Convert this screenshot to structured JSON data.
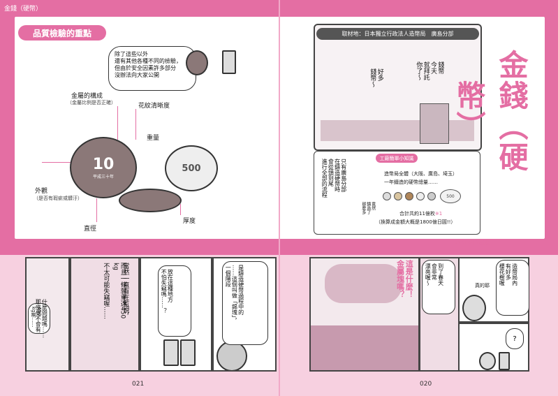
{
  "header": {
    "top_label": "金錢（硬幣）"
  },
  "left_top": {
    "pill": "品質檢驗的重點",
    "bubble": "除了這些以外\n還有其他各種不同的檢驗，\n但由於安全因素許多部分\n沒辦法向大家公開",
    "labels": {
      "metal": "金屬的構成",
      "metal_sub": "（金屬比例是否正確）",
      "pattern": "花紋清晰度",
      "weight": "重量",
      "appearance": "外觀",
      "appearance_sub": "（是否有瑕疵或髒汙）",
      "diameter": "直徑",
      "thickness": "厚度"
    },
    "coin_front": "10",
    "coin_front_sub": "平成三十年",
    "coin_back": "500"
  },
  "right_top": {
    "title": "金錢（硬幣）",
    "source": "取材地：日本獨立行政法人造幣局　廣島分部",
    "speech1": "好多\n錢幣～",
    "speech2": "錢幣\n今天\n就拜託\n你了～",
    "side_text": "只有廣島分部\n在鑄造硬幣時\n會從頭到尾\n進行全部的流程",
    "info_title": "工廠簡單小知識",
    "info_line1": "造幣局全體（大阪、廣島、埼玉）",
    "info_line2": "一年鑄造的硬幣總量……",
    "coin_label": "500",
    "info_total": "合計共約11億枚",
    "info_mark": "※1",
    "info_money": "（換算成金額大概是1800億日圓!!）",
    "info_note": "※2019年的數據",
    "speech3": "竟然\n鑄造了\n那麼多"
  },
  "bottom_left": {
    "panel1_bubble": "450\nkg啊……",
    "panel1_text": "什麼問題嗎……\n那感覺不會有",
    "panel2_text1": "當然一直有在監視，",
    "panel2_text2": "而且一條就重達450 kg",
    "panel2_text3": "不太可能失竊喔……",
    "panel3_text": "放在這種地方\n不怕失竊嗎……？",
    "panel4_text": "是鑄造硬幣過程中的\n……這個叫做「錫塊」，\n一個階段",
    "page": "021"
  },
  "bottom_right": {
    "question": "這是什麼！\n金屬塊嗎？",
    "spring_text": "到了春天\n會非常\n漂亮喔～",
    "tree_text": "造幣局內\n有好多\n櫻花樹喔",
    "hello": "真的耶",
    "q_mark": "?",
    "page": "020"
  }
}
